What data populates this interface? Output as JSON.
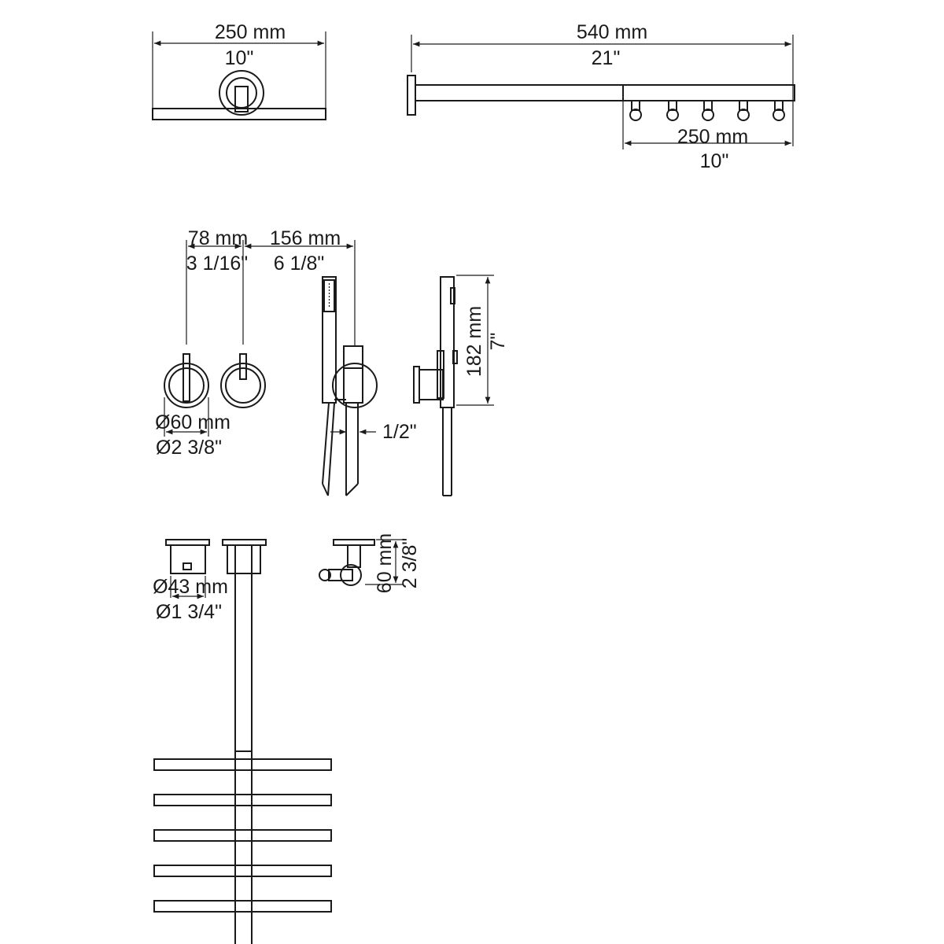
{
  "head_front": {
    "width_mm": "250 mm",
    "width_in": "10\""
  },
  "arm_side": {
    "length_mm": "540 mm",
    "length_in": "21\"",
    "head_mm": "250 mm",
    "head_in": "10\""
  },
  "valves": {
    "spacing_mm": "78 mm",
    "spacing_in": "3 1/16\"",
    "offset_mm": "156 mm",
    "offset_in": "6 1/8\"",
    "dia_mm": "Ø60 mm",
    "dia_in": "Ø2 3/8\""
  },
  "hand_shower": {
    "thread": "1/2\"",
    "height_mm": "182 mm",
    "height_in": "7\""
  },
  "plan": {
    "dia_mm": "Ø43 mm",
    "dia_in": "Ø1 3/4\"",
    "depth_mm": "60 mm",
    "depth_in": "2 3/8\""
  }
}
